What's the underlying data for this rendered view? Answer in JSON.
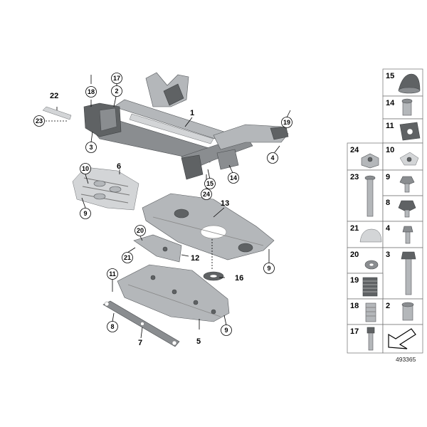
{
  "callouts": {
    "c1": "1",
    "c2": "2",
    "c3": "3",
    "c4": "4",
    "c5": "5",
    "c6": "6",
    "c7": "7",
    "c8": "8",
    "c9a": "9",
    "c9b": "9",
    "c9c": "9",
    "c10": "10",
    "c11": "11",
    "c12": "12",
    "c13": "13",
    "c14": "14",
    "c15": "15",
    "c16": "16",
    "c17": "17",
    "c18": "18",
    "c19": "19",
    "c20": "20",
    "c21": "21",
    "c22": "22",
    "c23": "23",
    "c24": "24"
  },
  "parts_grid": {
    "r1": "15",
    "r2": "14",
    "r3": "11",
    "r4a": "24",
    "r4b": "10",
    "r5a": "23",
    "r5b": "9",
    "r6": "8",
    "r7a": "21",
    "r7b": "4",
    "r8a": "20",
    "r8b": "3",
    "r9": "19",
    "r10a": "18",
    "r10b": "2",
    "r11": "17"
  },
  "figure_number": "493365",
  "colors": {
    "metal_dark": "#5f6264",
    "metal_mid": "#8a8d90",
    "metal_light": "#b4b7ba",
    "grid_border": "#6e6e6e"
  }
}
